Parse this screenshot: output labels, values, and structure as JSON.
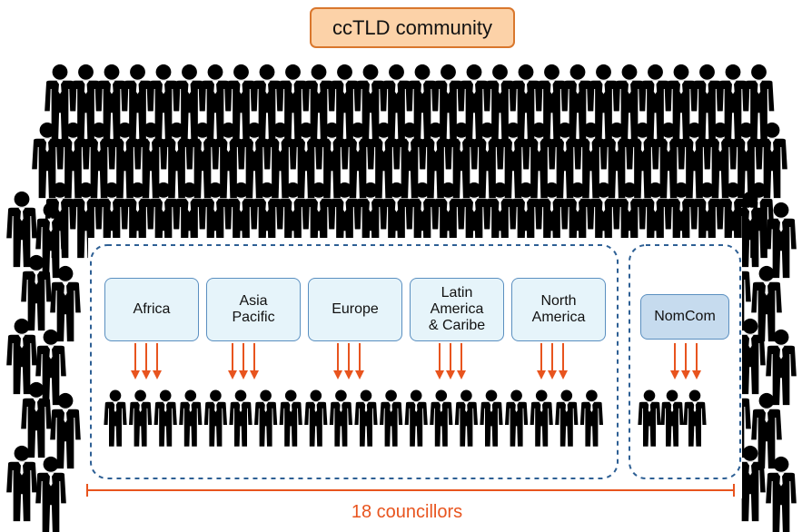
{
  "community": {
    "label": "ccTLD community",
    "accent": "#d9772d"
  },
  "regions": [
    {
      "label": "Africa",
      "count": 3
    },
    {
      "label": "Asia\nPacific",
      "count": 3
    },
    {
      "label": "Europe",
      "count": 3
    },
    {
      "label": "Latin\nAmerica\n& Caribe",
      "count": 3
    },
    {
      "label": "North\nAmerica",
      "count": 3
    }
  ],
  "nomcom": {
    "label": "NomCom",
    "count": 3
  },
  "councillors": {
    "label": "18 councillors",
    "total": 18,
    "color": "#e8541e"
  },
  "colors": {
    "person": "#000000",
    "frame": "#2d5f94",
    "arrow": "#e8541e"
  },
  "icons": {
    "person": "person-icon",
    "arrow": "arrow-down-icon"
  }
}
